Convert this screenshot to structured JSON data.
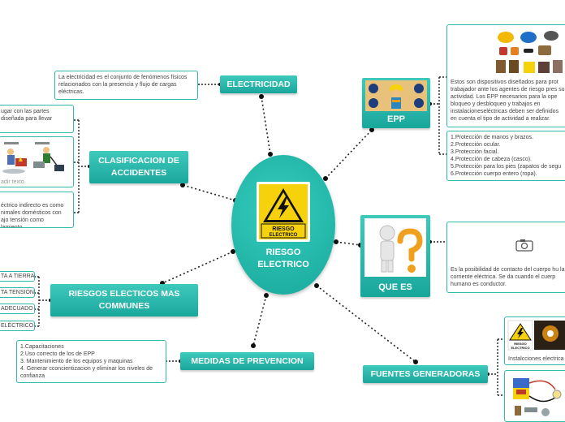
{
  "center": {
    "label_line1": "RIESGO",
    "label_line2": "ELECTRICO",
    "sign_line1": "RIESGO",
    "sign_line2": "ELECTRICO"
  },
  "electricidad": {
    "title": "ELECTRICIDAD",
    "text": "La electricidad  es el conjunto de fenómenos físicos relacionados con la presencia y flujo de cargas eléctricas."
  },
  "clasificacion": {
    "title_line1": "CLASIFICACION DE",
    "title_line2": "ACCIDENTES",
    "text_top_line1": "ugar con las partes",
    "text_top_line2": "diseñada para llevar",
    "image_caption": "adir texto",
    "text_bottom": "éctrico indirecto es como\nnimales domésticos con\najo tensión como\nlamiento."
  },
  "riesgos": {
    "title_line1": "RIESGOS ELECTICOS MAS",
    "title_line2": "COMMUNES",
    "items": [
      "TA A TIERRA",
      "TA TENSIÓN",
      "ADECUADO",
      "ELÉCTRICO"
    ]
  },
  "medidas": {
    "title": "MEDIDAS DE PREVENCION",
    "items": [
      "1.Capacitaciones",
      "2.Uso correcto de los de EPP",
      "3. Mantenimiento de los equipos y maquinas",
      "4. Generar cconcientizacion y eliminar los niveles de confianza"
    ]
  },
  "epp": {
    "title": "EPP",
    "text": "Estos son dispositivos diseñados para prot trabajador ante los agentes de riesgo pres su actividad. Los EPP necesarios para la ope bloqueo y desbloqueo y trabajos en instalacioneseléctricas deben ser definidos en cuenta el tipo de actividad a realizar.",
    "items": [
      "1.Protección de manos y brazos.",
      "2.Protección ocular.",
      "3.Protección facial.",
      "4.Protección de cabeza (casco).",
      "5.Protección para los pies (zapatos de segu",
      "6.Protección cuerpo entero (ropa)."
    ]
  },
  "que_es": {
    "title": "QUE ES",
    "text": "Es la posibilidad de contacto del cuerpo hu la corriente eléctrica. Se da cuando el cuerp humano es conductor."
  },
  "fuentes": {
    "title": "FUENTES GENERADORAS",
    "caption": "Instalcciones electrica",
    "sign_line1": "RIESGO",
    "sign_line2": "ELECTRICO"
  },
  "colors": {
    "node": "#1fb0a3",
    "border": "#2fb9ad",
    "sign_yellow": "#f5d20c"
  },
  "icons": [
    "camera-icon",
    "high-voltage-icon",
    "question-person-icon",
    "ppe-icon"
  ]
}
